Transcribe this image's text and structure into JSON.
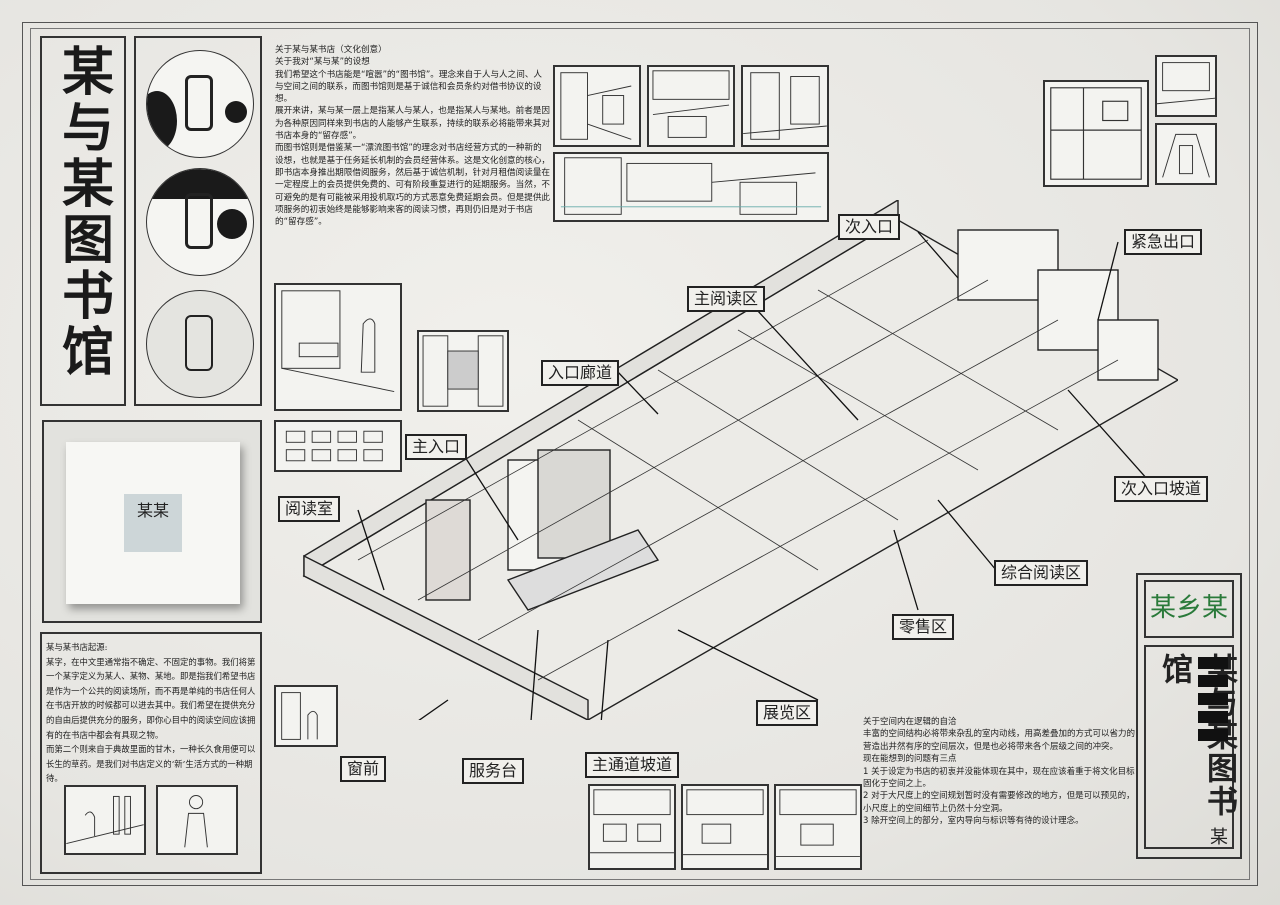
{
  "title_vertical": "某与某图书馆",
  "intro": {
    "heading": "关于某与某书店（文化创意）",
    "subheading": "关于我对“某与某”的设想",
    "paragraphs": [
      "我们希望这个书店能是“喧嚣”的“图书馆”。理念来自于人与人之间、人与空间之间的联系，而图书馆则是基于诚信和会员条约对借书协议的设想。",
      "展开来讲，某与某一层上是指某人与某人，也是指某人与某地。前者是因为各种原因同样来到书店的人能够产生联系，持续的联系必将能带来其对书店本身的“留存感”。",
      "而图书馆则是借鉴某一“漂流图书馆”的理念对书店经营方式的一种新的设想，也就是基于任务延长机制的会员经营体系。这是文化创意的核心，即书店本身推出期限借阅服务，然后基于诚信机制，针对月租借阅读量在一定程度上的会员提供免费的、可有阶段重复进行的延期服务。当然，不可避免的是有可能被采用投机取巧的方式恶意免费延期会员。但是提供此项服务的初衷始终是能够影响来客的阅读习惯，再则仍旧是对于书店的“留存感”。"
    ]
  },
  "logo_text": "某某",
  "origin": {
    "heading": "某与某书店起源:",
    "paragraphs": [
      "某字，在中文里通常指不确定、不固定的事物。我们将第一个某字定义为某人、某物、某地。即是指我们希望书店是作为一个公共的阅读场所，而不再是单纯的书店任何人在书店开放的时候都可以进去其中。我们希望在提供充分的自由后提供充分的服务，即你心目中的阅读空间应该拥有的在书店中都会有具现之物。",
      "而第二个则来自于典故里面的甘木，一种长久食用便可以长生的草药。是我们对书店定义的‘新’生活方式的一种期待。"
    ]
  },
  "labels": {
    "secondary_entrance": "次入口",
    "emergency_exit": "紧急出口",
    "main_reading_area": "主阅读区",
    "entrance_corridor": "入口廊道",
    "main_entrance": "主入口",
    "reading_room": "阅读室",
    "secondary_entrance_ramp": "次入口坡道",
    "general_reading_area": "综合阅读区",
    "retail_area": "零售区",
    "exhibition_area": "展览区",
    "window_front": "窗前",
    "service_desk": "服务台",
    "main_passage_ramp": "主通道坡道"
  },
  "brand": {
    "top": "某乡某",
    "vertical": "某与某图书馆",
    "signature": "某"
  },
  "logic": {
    "heading": "关于空间内在逻辑的自洽",
    "body": "丰富的空间结构必将带来杂乱的室内动线，用高差叠加的方式可以省力的营造出井然有序的空间层次，但是也必将带来各个层级之间的冲突。",
    "issues_heading": "现在能想到的问题有三点",
    "issues": [
      "1  关于设定为书店的初衷并没能体现在其中，现在应该着重于将文化目标固化于空间之上。",
      "2  对于大尺度上的空间规划暂时没有需要修改的地方，但是可以预见的，小尺度上的空间细节上仍然十分空洞。",
      "3  除开空间上的部分，室内导向与标识等有待的设计理念。"
    ]
  },
  "colors": {
    "ink": "#222222",
    "paper": "#efeeea",
    "brand_green": "#2a7a3a",
    "logo_bg": "#cdd6d8"
  }
}
